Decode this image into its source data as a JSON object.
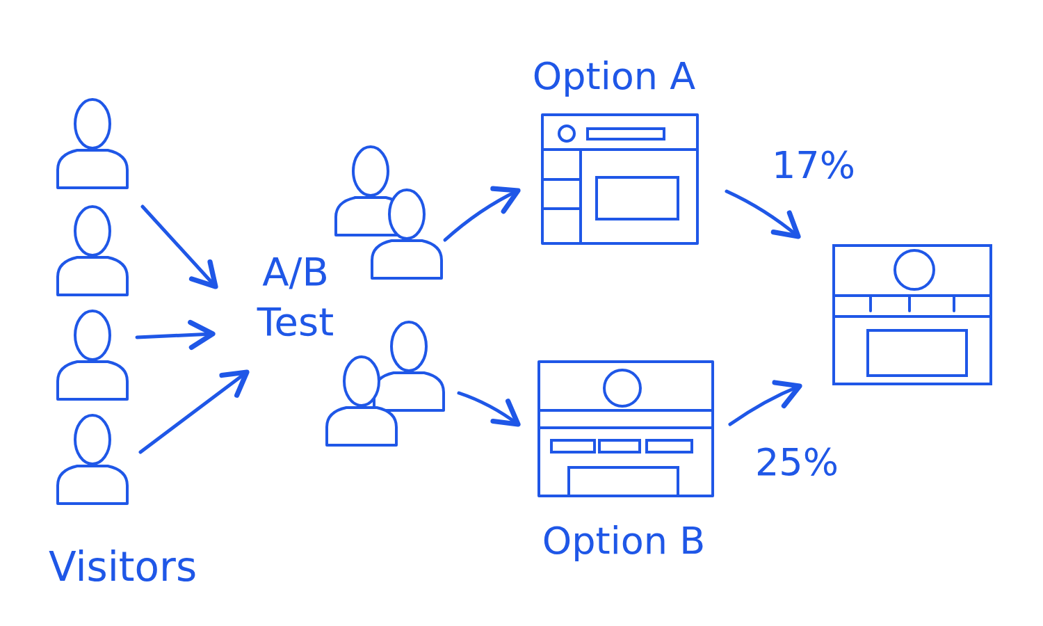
{
  "diagram": {
    "nodes": [
      {
        "text": [
          "Option A"
        ]
      },
      {
        "text": [
          "Option B"
        ]
      }
    ],
    "labels": [
      "Visitors",
      "A/B Test",
      "17%",
      "25%"
    ]
  }
}
